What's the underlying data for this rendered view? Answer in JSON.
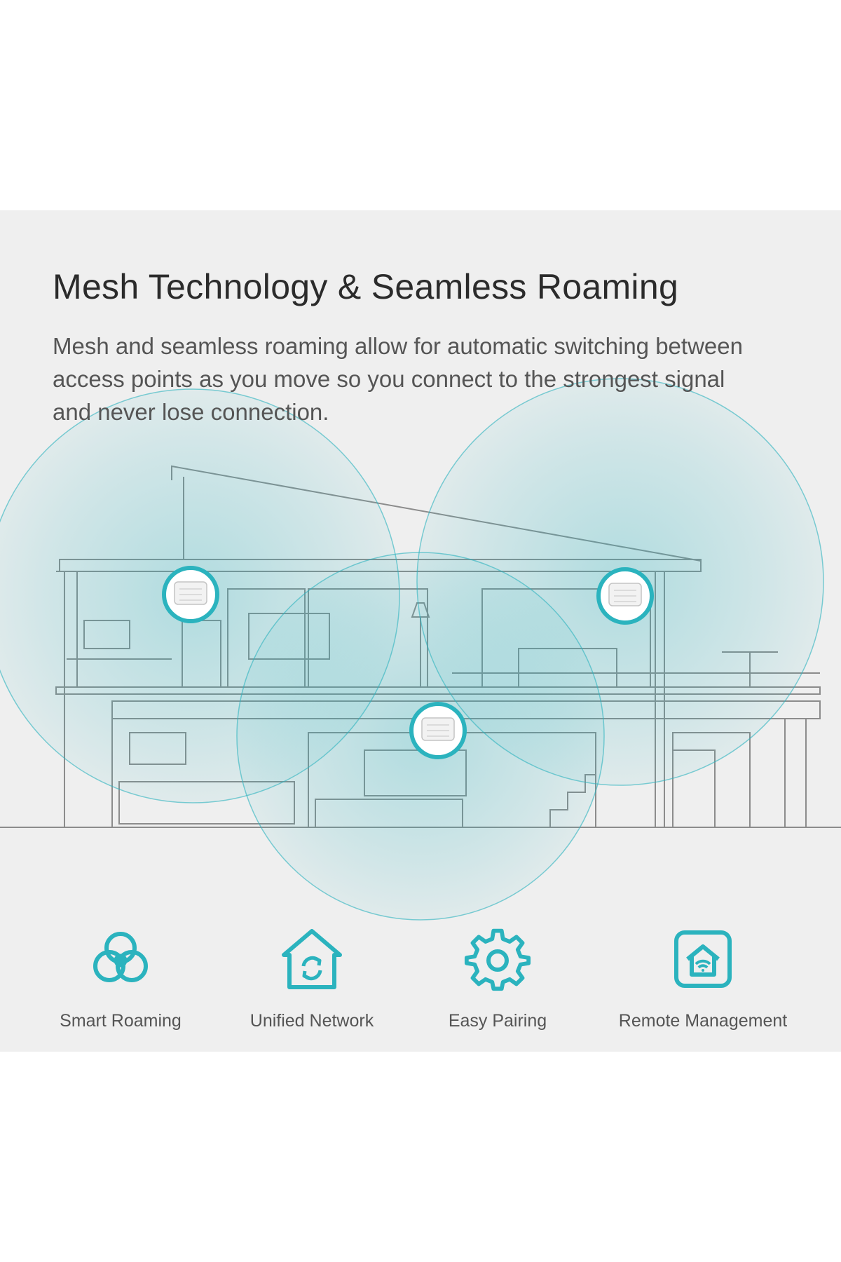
{
  "header": {
    "title": "Mesh Technology & Seamless Roaming",
    "description": "Mesh and seamless roaming allow for automatic switching between access points as you move so you connect to the strongest signal and never lose connection."
  },
  "colors": {
    "accent": "#2bb3be",
    "line": "#8c8c8c",
    "panel_bg": "#efefef",
    "title_text": "#2b2b2b",
    "body_text": "#555555"
  },
  "features": [
    {
      "icon": "smart-roaming-icon",
      "label": "Smart Roaming"
    },
    {
      "icon": "unified-network-icon",
      "label": "Unified Network"
    },
    {
      "icon": "easy-pairing-icon",
      "label": "Easy Pairing"
    },
    {
      "icon": "remote-management-icon",
      "label": "Remote Management"
    }
  ]
}
